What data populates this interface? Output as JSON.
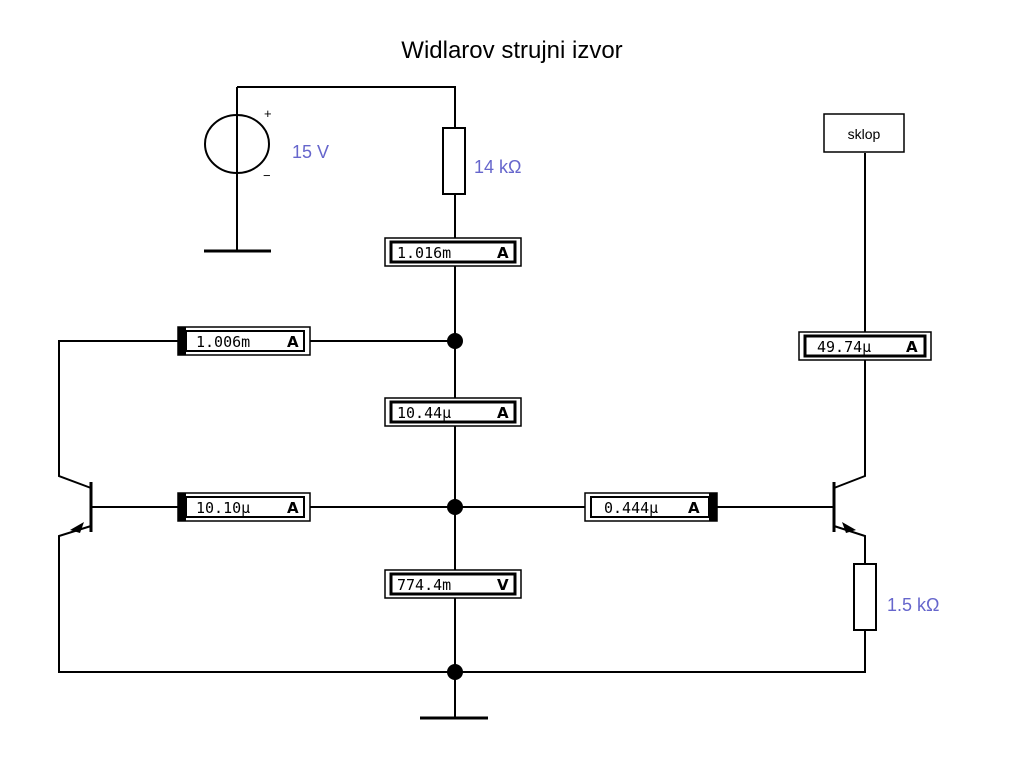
{
  "title": "Widlarov strujni izvor",
  "source": {
    "value": "15 V",
    "plus": "+",
    "minus": "−"
  },
  "resistors": {
    "r_top": "14 kΩ",
    "r_emitter": "1.5 kΩ"
  },
  "load": {
    "label": "sklop"
  },
  "meters": {
    "m_top": {
      "value": "1.016m",
      "unit": "A"
    },
    "m_left": {
      "value": "1.006m",
      "unit": "A"
    },
    "m_mid": {
      "value": "10.44µ",
      "unit": "A"
    },
    "m_right": {
      "value": "49.74µ",
      "unit": "A"
    },
    "m_base_left": {
      "value": "10.10µ",
      "unit": "A"
    },
    "m_base_right": {
      "value": "0.444µ",
      "unit": "A"
    },
    "m_volt": {
      "value": "774.4m",
      "unit": "V"
    }
  }
}
